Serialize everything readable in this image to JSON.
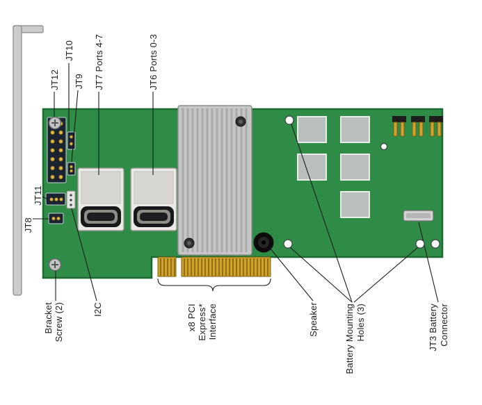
{
  "labels": {
    "jt12": "JT12",
    "jt10": "JT10",
    "jt9": "JT9",
    "jt7_ports": "JT7 Ports 4-7",
    "jt6_ports": "JT6 Ports 0-3",
    "jt11": "JT11",
    "jt8": "JT8",
    "bracket_screw_line1": "Bracket",
    "bracket_screw_line2": "Screw (2)",
    "i2c": "I2C",
    "pcie_line1": "x8 PCI",
    "pcie_line2": "Express*",
    "pcie_line3": "Interface",
    "speaker": "Speaker",
    "battery_line1": "Battery Mounting",
    "battery_line2": "Holes (3)",
    "jt3_line1": "JT3 Battery",
    "jt3_line2": "Connector"
  },
  "colors": {
    "pcb": "#2e8c47",
    "pcb_edge": "#1b6b33",
    "gold": "#cfa22f",
    "bracket": "#cccccc",
    "heatsink": "#c6c6c6",
    "leader": "#1a1a1a"
  }
}
